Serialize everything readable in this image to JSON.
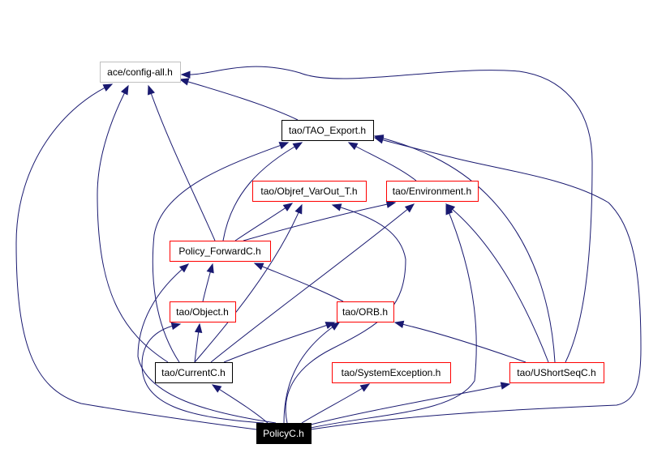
{
  "diagram": {
    "type": "include-dependency-graph",
    "root": "PolicyC.h",
    "colors": {
      "edge": "#191970",
      "documented_border": "#ff0000",
      "plain_border": "#000000",
      "undocumented_border": "#bfbfbf",
      "root_fill": "#000000",
      "root_text": "#ffffff"
    },
    "nodes": [
      {
        "id": "config_all",
        "label": "ace/config-all.h",
        "style": "undocumented"
      },
      {
        "id": "tao_export",
        "label": "tao/TAO_Export.h",
        "style": "plain"
      },
      {
        "id": "objref_varout",
        "label": "tao/Objref_VarOut_T.h",
        "style": "documented"
      },
      {
        "id": "environment",
        "label": "tao/Environment.h",
        "style": "documented"
      },
      {
        "id": "policy_forward",
        "label": "Policy_ForwardC.h",
        "style": "documented"
      },
      {
        "id": "object",
        "label": "tao/Object.h",
        "style": "documented"
      },
      {
        "id": "orb",
        "label": "tao/ORB.h",
        "style": "documented"
      },
      {
        "id": "currentc",
        "label": "tao/CurrentC.h",
        "style": "plain"
      },
      {
        "id": "systemexception",
        "label": "tao/SystemException.h",
        "style": "documented"
      },
      {
        "id": "ushortseq",
        "label": "tao/UShortSeqC.h",
        "style": "documented"
      },
      {
        "id": "policyc",
        "label": "PolicyC.h",
        "style": "root"
      }
    ],
    "edges": [
      {
        "from": "tao_export",
        "to": "config_all"
      },
      {
        "from": "policy_forward",
        "to": "config_all"
      },
      {
        "from": "policy_forward",
        "to": "tao_export"
      },
      {
        "from": "policy_forward",
        "to": "objref_varout"
      },
      {
        "from": "policy_forward",
        "to": "environment"
      },
      {
        "from": "environment",
        "to": "tao_export"
      },
      {
        "from": "object",
        "to": "policy_forward"
      },
      {
        "from": "orb",
        "to": "policy_forward"
      },
      {
        "from": "currentc",
        "to": "config_all"
      },
      {
        "from": "currentc",
        "to": "tao_export"
      },
      {
        "from": "currentc",
        "to": "objref_varout"
      },
      {
        "from": "currentc",
        "to": "environment"
      },
      {
        "from": "currentc",
        "to": "object"
      },
      {
        "from": "currentc",
        "to": "orb"
      },
      {
        "from": "ushortseq",
        "to": "config_all"
      },
      {
        "from": "ushortseq",
        "to": "tao_export"
      },
      {
        "from": "ushortseq",
        "to": "environment"
      },
      {
        "from": "ushortseq",
        "to": "orb"
      },
      {
        "from": "policyc",
        "to": "config_all"
      },
      {
        "from": "policyc",
        "to": "tao_export"
      },
      {
        "from": "policyc",
        "to": "objref_varout"
      },
      {
        "from": "policyc",
        "to": "environment"
      },
      {
        "from": "policyc",
        "to": "policy_forward"
      },
      {
        "from": "policyc",
        "to": "object"
      },
      {
        "from": "policyc",
        "to": "orb"
      },
      {
        "from": "policyc",
        "to": "currentc"
      },
      {
        "from": "policyc",
        "to": "systemexception"
      },
      {
        "from": "policyc",
        "to": "ushortseq"
      }
    ]
  }
}
